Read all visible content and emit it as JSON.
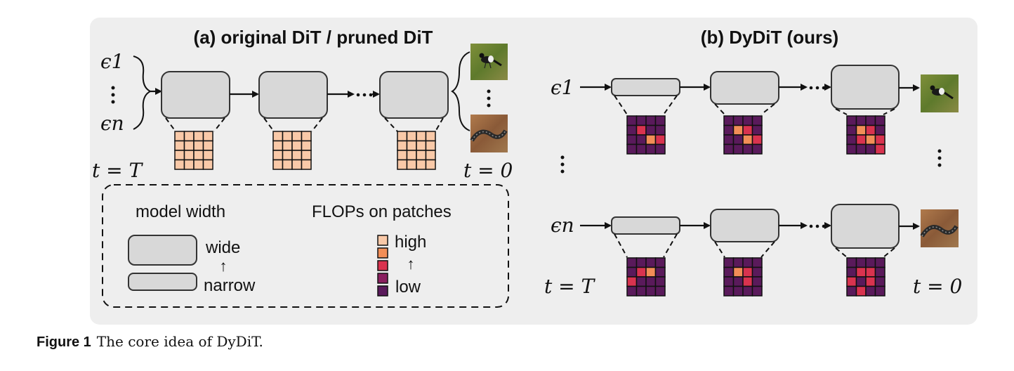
{
  "panel_a": {
    "title": "(a) original DiT / pruned DiT",
    "eps_top": "ϵ1",
    "eps_bottom": "ϵn",
    "t_start": "t = T",
    "t_end": "t = 0"
  },
  "panel_b": {
    "title": "(b) DyDiT (ours)",
    "eps_top": "ϵ1",
    "eps_bottom": "ϵn",
    "t_start": "t = T",
    "t_end": "t = 0"
  },
  "legend": {
    "model_width_title": "model width",
    "wide_label": "wide",
    "narrow_label": "narrow",
    "flops_title": "FLOPs on patches",
    "high_label": "high",
    "low_label": "low",
    "arrow_up": "↑"
  },
  "caption": {
    "label": "Figure 1",
    "text": "The core idea of DyDiT."
  },
  "colors": {
    "panel_bg": "#eeeeee",
    "block_fill": "#d8d8d8",
    "patch_uniform": "#f9c9a8",
    "patch_levels": [
      "#f9c9a8",
      "#f28e57",
      "#d9334f",
      "#8a1f5f",
      "#5a1a5b"
    ]
  },
  "heatmaps_b": [
    [
      [
        4,
        4,
        4,
        4
      ],
      [
        4,
        2,
        4,
        4
      ],
      [
        4,
        4,
        1,
        2
      ],
      [
        4,
        4,
        4,
        4
      ]
    ],
    [
      [
        4,
        4,
        4,
        4
      ],
      [
        4,
        1,
        2,
        4
      ],
      [
        4,
        4,
        1,
        2
      ],
      [
        4,
        4,
        4,
        4
      ]
    ],
    [
      [
        4,
        4,
        4,
        4
      ],
      [
        4,
        1,
        2,
        4
      ],
      [
        4,
        2,
        1,
        2
      ],
      [
        4,
        4,
        4,
        2
      ]
    ],
    [
      [
        4,
        4,
        4,
        4
      ],
      [
        4,
        2,
        1,
        4
      ],
      [
        2,
        4,
        4,
        4
      ],
      [
        4,
        4,
        4,
        4
      ]
    ],
    [
      [
        4,
        4,
        4,
        4
      ],
      [
        4,
        1,
        2,
        4
      ],
      [
        4,
        4,
        2,
        4
      ],
      [
        4,
        4,
        4,
        4
      ]
    ],
    [
      [
        4,
        4,
        4,
        4
      ],
      [
        4,
        2,
        2,
        4
      ],
      [
        2,
        4,
        2,
        4
      ],
      [
        4,
        2,
        4,
        4
      ]
    ]
  ]
}
